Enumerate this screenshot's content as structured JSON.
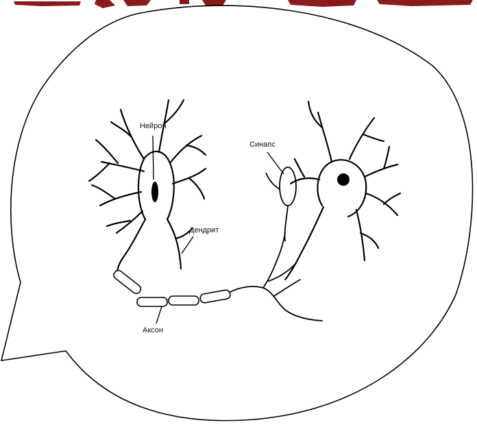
{
  "labels": {
    "neuron": "Нейрон",
    "synapse": "Синапс",
    "dendrite": "Дендрит",
    "axon": "Аксон"
  },
  "colors": {
    "outline": "#000000",
    "header_fragment": "#8b1a1a",
    "background": "#ffffff"
  }
}
